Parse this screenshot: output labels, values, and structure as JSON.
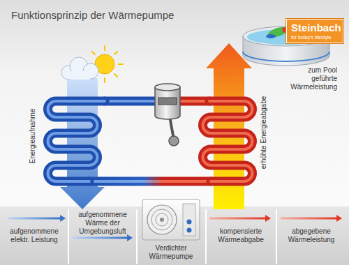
{
  "diagram": {
    "title": "Funktionsprinzip der Wärmepumpe",
    "nodes": [
      {
        "text": [
          "Steinbach",
          "for today's lifestyle"
        ]
      }
    ],
    "labels": [
      "zum Pool geführte Wärmeleistung",
      "Energieaufnahme",
      "erhöhte Energieabgabe",
      "aufgenommene elektr. Leistung",
      "aufgenommene Wärme der Umgebungsluft",
      "Verdichter Wärmepumpe",
      "kompensierte Wärmeabgabe",
      "abgegebene Wärmeleistung"
    ]
  }
}
